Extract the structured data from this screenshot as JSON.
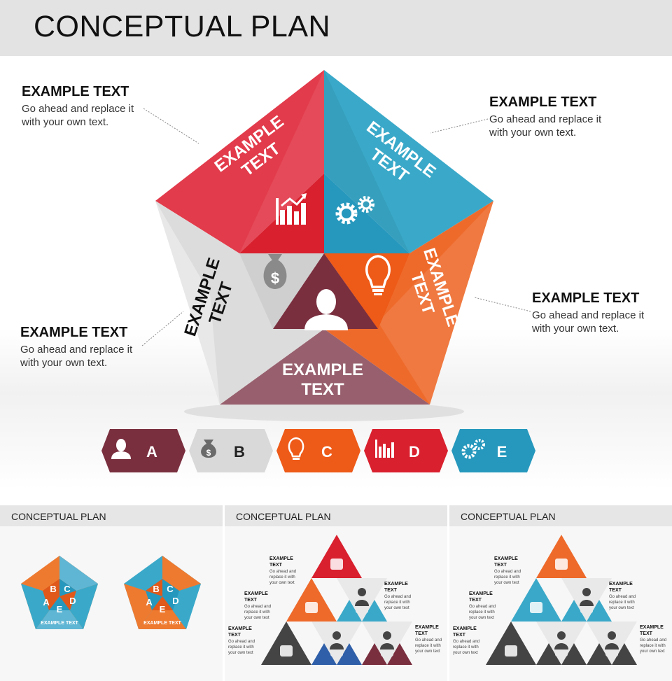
{
  "header": {
    "title": "CONCEPTUAL PLAN"
  },
  "callouts": [
    {
      "title": "EXAMPLE TEXT",
      "body": "Go ahead and replace it with your own text."
    },
    {
      "title": "EXAMPLE TEXT",
      "body": "Go ahead and replace it with your own text."
    },
    {
      "title": "EXAMPLE TEXT",
      "body": "Go ahead and replace it with your own text."
    },
    {
      "title": "EXAMPLE TEXT",
      "body": "Go ahead and replace it with your own text."
    }
  ],
  "pentagon": {
    "segments": [
      {
        "label_line1": "EXAMPLE",
        "label_line2": "TEXT",
        "color": "#e23b4b",
        "icon": "bar-chart-icon"
      },
      {
        "label_line1": "EXAMPLE",
        "label_line2": "TEXT",
        "color": "#3aa9c9",
        "icon": "gears-icon"
      },
      {
        "label_line1": "EXAMPLE",
        "label_line2": "TEXT",
        "color": "#ee6a2b",
        "icon": "lightbulb-icon"
      },
      {
        "label_line1": "EXAMPLE",
        "label_line2": "TEXT",
        "color": "#7d3a4c",
        "icon": "person-icon"
      },
      {
        "label_line1": "EXAMPLE",
        "label_line2": "TEXT",
        "color": "#d8d8d8",
        "icon": "money-bag-icon"
      }
    ]
  },
  "legend": [
    {
      "letter": "A",
      "color": "#7a2f3f",
      "icon": "person-icon"
    },
    {
      "letter": "B",
      "color": "#d9d9d9",
      "icon": "money-bag-icon"
    },
    {
      "letter": "C",
      "color": "#ee5a18",
      "icon": "lightbulb-icon"
    },
    {
      "letter": "D",
      "color": "#d9202e",
      "icon": "bar-chart-icon"
    },
    {
      "letter": "E",
      "color": "#2698bd",
      "icon": "gears-icon"
    }
  ],
  "thumbnails": [
    {
      "title": "CONCEPTUAL PLAN",
      "letters": [
        "B",
        "C",
        "A",
        "E",
        "D"
      ],
      "seg_label": "EXAMPLE TEXT"
    },
    {
      "title": "CONCEPTUAL PLAN",
      "callout_title_line1": "EXAMPLE",
      "callout_title_line2": "TEXT",
      "callout_body_lines": [
        "Go ahead and",
        "replace it with",
        "your own text"
      ]
    },
    {
      "title": "CONCEPTUAL PLAN",
      "callout_title_line1": "EXAMPLE",
      "callout_title_line2": "TEXT",
      "callout_body_lines": [
        "Go ahead and",
        "replace it with",
        "your own text"
      ]
    }
  ]
}
